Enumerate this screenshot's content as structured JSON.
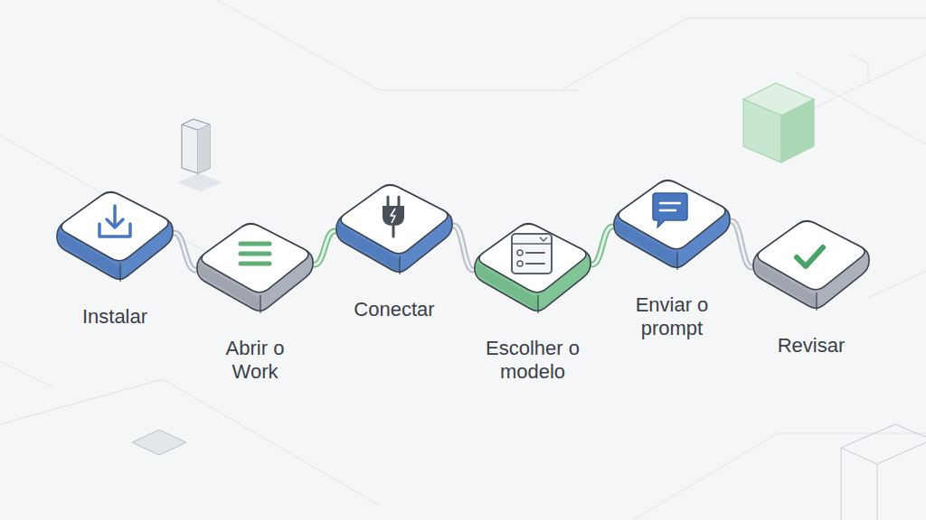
{
  "diagram": {
    "nodes": [
      {
        "text": [
          "Instalar"
        ]
      },
      {
        "text": [
          "Abrir o Work"
        ]
      },
      {
        "text": [
          "Conectar"
        ]
      },
      {
        "text": [
          "Escolher o modelo"
        ]
      },
      {
        "text": [
          "Enviar o prompt"
        ]
      },
      {
        "text": [
          "Revisar"
        ]
      }
    ],
    "edges": [
      {
        "from": 0,
        "to": 1,
        "arrow": "none"
      },
      {
        "from": 1,
        "to": 2,
        "arrow": "none"
      },
      {
        "from": 2,
        "to": 3,
        "arrow": "none"
      },
      {
        "from": 3,
        "to": 4,
        "arrow": "none"
      },
      {
        "from": 4,
        "to": 5,
        "arrow": "none"
      }
    ]
  }
}
